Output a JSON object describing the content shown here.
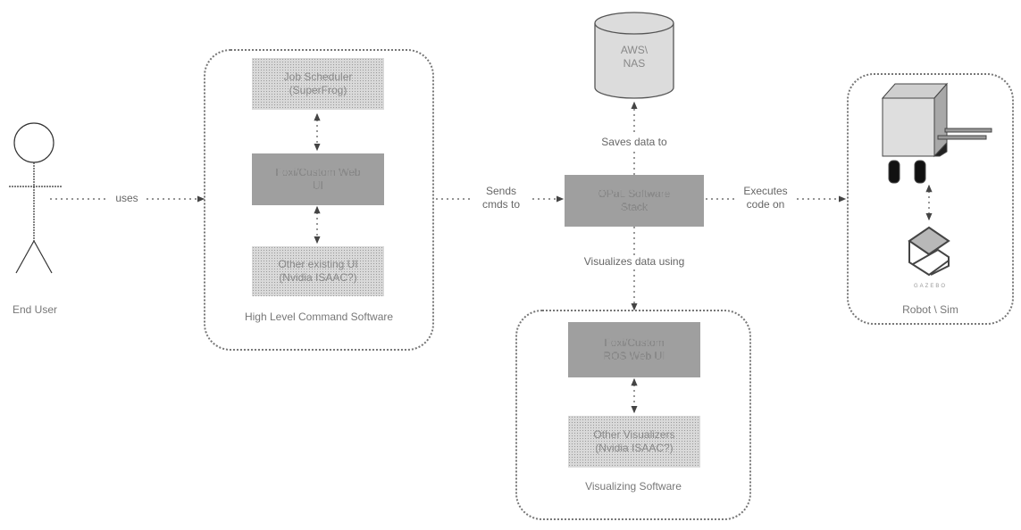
{
  "actor": {
    "label": "End User"
  },
  "groups": {
    "high_level": {
      "title": "High Level Command Software",
      "nodes": [
        {
          "id": "job-scheduler",
          "label": "Job Scheduler\n(SuperFrog)"
        },
        {
          "id": "custom-web-ui",
          "label": "Foxi/Custom Web\nUI"
        },
        {
          "id": "other-ui",
          "label": "Other existing UI\n(Nvidia ISAAC?)"
        }
      ]
    },
    "visualizing": {
      "title": "Visualizing Software",
      "nodes": [
        {
          "id": "ros-web-ui",
          "label": "Foxi/Custom\nROS Web UI"
        },
        {
          "id": "other-visualizers",
          "label": "Other Visualizers\n(Nvidia ISAAC?)"
        }
      ]
    },
    "robot": {
      "title": "Robot \\ Sim",
      "logo_caption": "GAZEBO"
    }
  },
  "nodes": {
    "stack": {
      "label": "OPaL Software\nStack"
    },
    "storage": {
      "label": "AWS\\\nNAS"
    }
  },
  "edges": [
    {
      "from": "end-user",
      "to": "high-level",
      "label": "uses"
    },
    {
      "from": "high-level",
      "to": "stack",
      "label": "Sends\ncmds to"
    },
    {
      "from": "stack",
      "to": "storage",
      "label": "Saves data to"
    },
    {
      "from": "stack",
      "to": "robot",
      "label": "Executes\ncode on"
    },
    {
      "from": "stack",
      "to": "visualizing",
      "label": "Visualizes data using"
    }
  ]
}
